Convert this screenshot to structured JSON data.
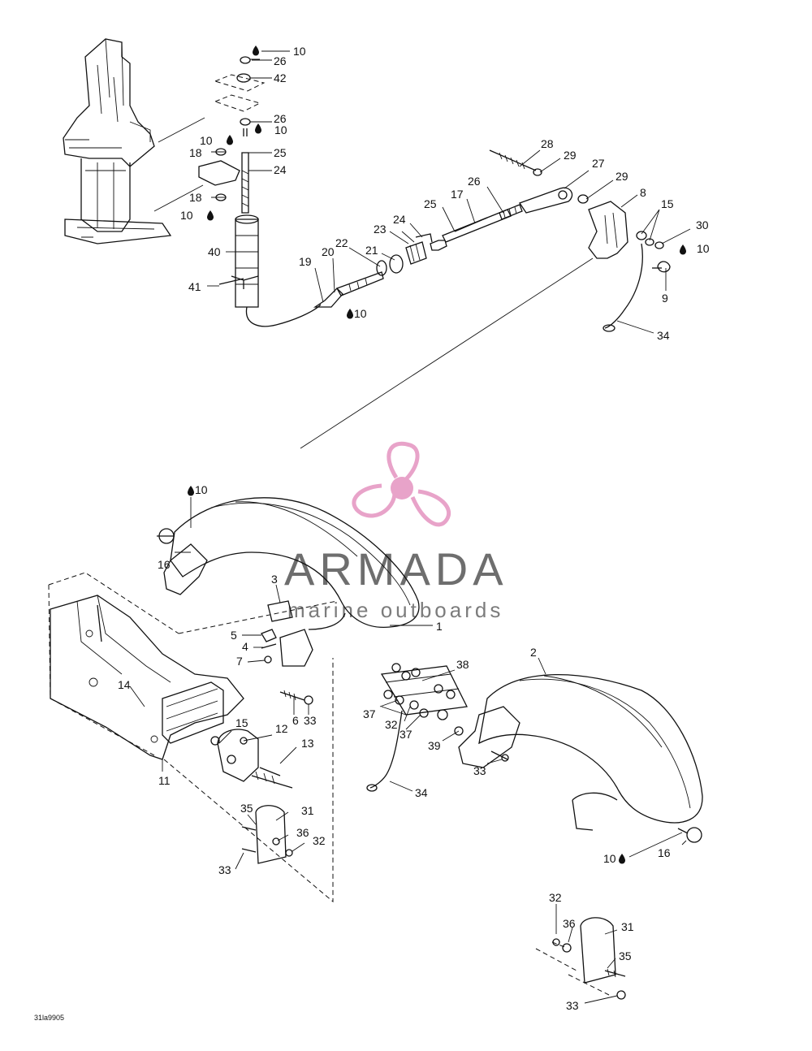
{
  "watermark": {
    "brand": "ARMADA",
    "tagline": "marine outboards",
    "accent_color": "#e8a3c9",
    "text_color": "#6e6e6e"
  },
  "figure_ref": "31la9905",
  "top_group": {
    "labels": {
      "l10a": "10",
      "l26a": "26",
      "l42": "42",
      "l26b": "26",
      "l10b": "10",
      "l10c": "10",
      "l18a": "18",
      "l25a": "25",
      "l24a": "24",
      "l18b": "18",
      "l10d": "10",
      "l40": "40",
      "l41": "41",
      "l19": "19",
      "l20": "20",
      "l22": "22",
      "l21": "21",
      "l10e": "10",
      "l23": "23",
      "l24b": "24",
      "l25b": "25",
      "l17": "17",
      "l26c": "26",
      "l28": "28",
      "l29a": "29",
      "l27": "27",
      "l29b": "29",
      "l8": "8",
      "l15a": "15",
      "l30": "30",
      "l10f": "10",
      "l9": "9",
      "l34a": "34"
    }
  },
  "bottom_group": {
    "labels": {
      "l10g": "10",
      "l16a": "16",
      "l3": "3",
      "l1": "1",
      "l5": "5",
      "l4": "4",
      "l7": "7",
      "l14": "14",
      "l6": "6",
      "l33a": "33",
      "l15b": "15",
      "l12": "12",
      "l13": "13",
      "l11": "11",
      "l38": "38",
      "l2": "2",
      "l37a": "37",
      "l32a": "32",
      "l37b": "37",
      "l39": "39",
      "l33b": "33",
      "l34b": "34",
      "l35a": "35",
      "l31a": "31",
      "l36a": "36",
      "l32b": "32",
      "l33c": "33",
      "l10h": "10",
      "l16b": "16"
    }
  },
  "lower_right_group": {
    "labels": {
      "l32c": "32",
      "l36b": "36",
      "l31b": "31",
      "l35b": "35",
      "l33d": "33"
    }
  }
}
